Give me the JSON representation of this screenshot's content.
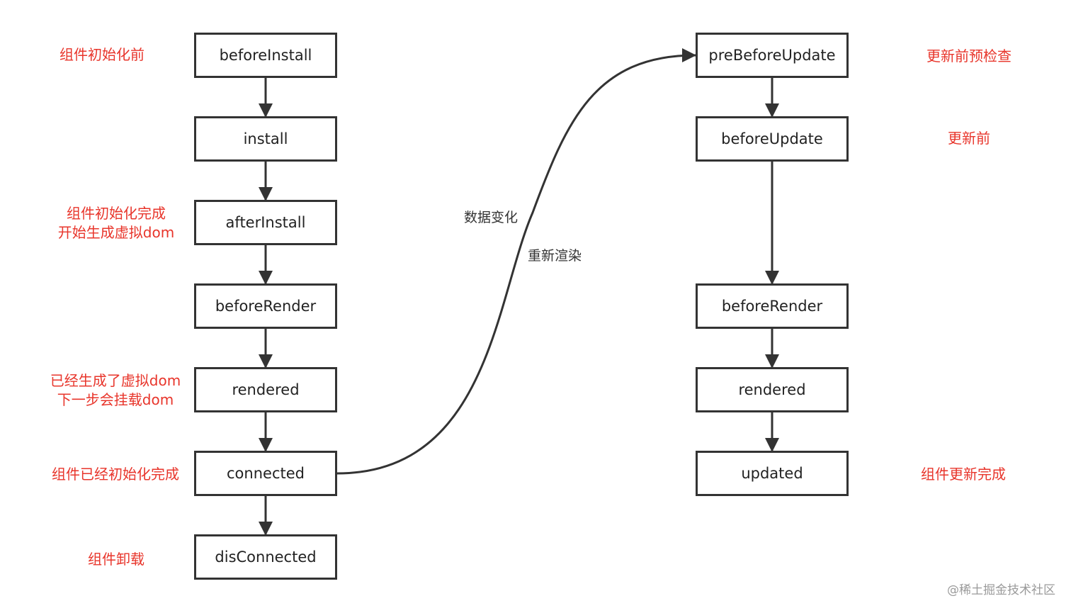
{
  "colors": {
    "node_border": "#333333",
    "node_text": "#222222",
    "annotation": "#e8352b",
    "edge": "#333333",
    "watermark": "#9a9a9a"
  },
  "left_flow": {
    "nodes": [
      "beforeInstall",
      "install",
      "afterInstall",
      "beforeRender",
      "rendered",
      "connected",
      "disConnected"
    ],
    "annotations": {
      "before_install": "组件初始化前",
      "after_install_line1": "组件初始化完成",
      "after_install_line2": "开始生成虚拟dom",
      "rendered_line1": "已经生成了虚拟dom",
      "rendered_line2": "下一步会挂载dom",
      "connected": "组件已经初始化完成",
      "disconnected": "组件卸载"
    }
  },
  "right_flow": {
    "nodes": [
      "preBeforeUpdate",
      "beforeUpdate",
      "beforeRender",
      "rendered",
      "updated"
    ],
    "annotations": {
      "pre_before_update": "更新前预检查",
      "before_update": "更新前",
      "updated": "组件更新完成"
    }
  },
  "transition": {
    "label_1": "数据变化",
    "label_2": "重新渲染"
  },
  "watermark": "@稀土掘金技术社区"
}
